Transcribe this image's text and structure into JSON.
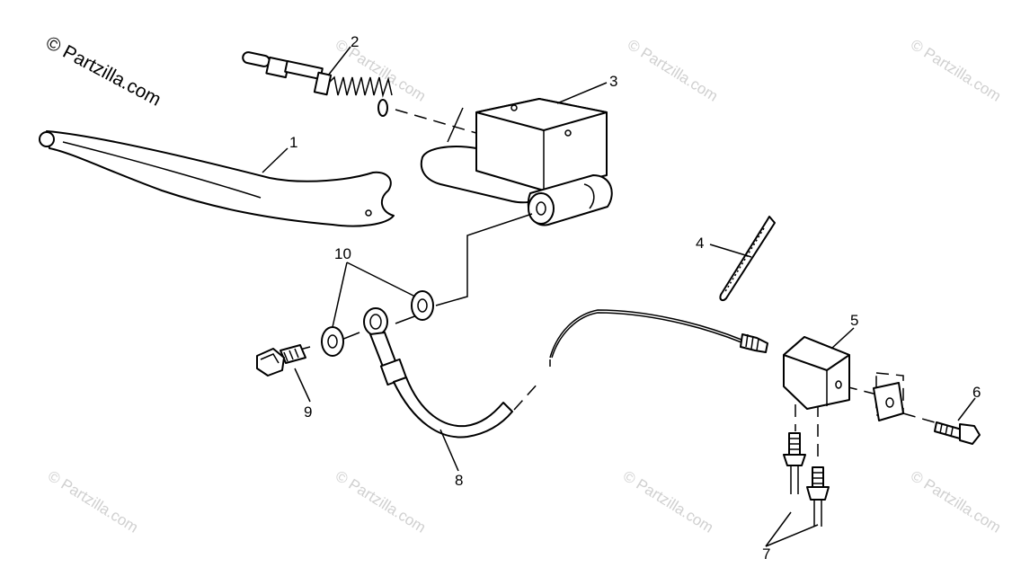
{
  "watermark": {
    "main": "© Partzilla.com",
    "faint": "© Partzilla.com"
  },
  "callouts": [
    "1",
    "2",
    "3",
    "4",
    "5",
    "6",
    "7",
    "8",
    "9",
    "10"
  ],
  "colors": {
    "ink": "#000000",
    "watermark": "#d0d0d0",
    "background": "#ffffff"
  }
}
